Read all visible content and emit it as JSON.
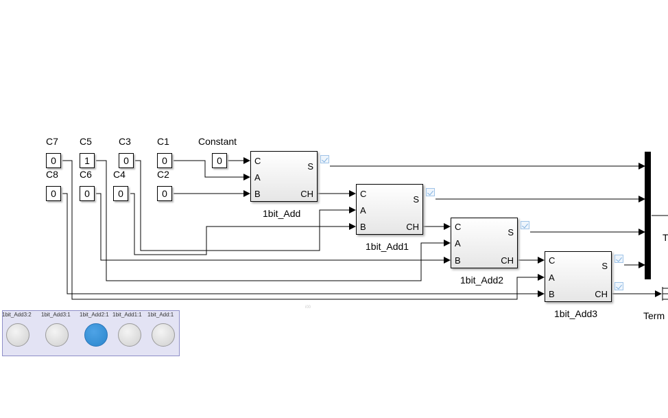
{
  "constants": [
    {
      "id": "C7",
      "label": "C7",
      "value": "0"
    },
    {
      "id": "C5",
      "label": "C5",
      "value": "1"
    },
    {
      "id": "C3",
      "label": "C3",
      "value": "0"
    },
    {
      "id": "C1",
      "label": "C1",
      "value": "0"
    },
    {
      "id": "Constant",
      "label": "Constant",
      "value": "0"
    },
    {
      "id": "C8",
      "label": "C8",
      "value": "0"
    },
    {
      "id": "C6",
      "label": "C6",
      "value": "0"
    },
    {
      "id": "C4",
      "label": "C4",
      "value": "0"
    },
    {
      "id": "C2",
      "label": "C2",
      "value": "0"
    }
  ],
  "adders": [
    {
      "id": "add0",
      "name": "1bit_Add",
      "in_c": "C",
      "in_a": "A",
      "in_b": "B",
      "out_s": "S",
      "out_ch": "CH"
    },
    {
      "id": "add1",
      "name": "1bit_Add1",
      "in_c": "C",
      "in_a": "A",
      "in_b": "B",
      "out_s": "S",
      "out_ch": "CH"
    },
    {
      "id": "add2",
      "name": "1bit_Add2",
      "in_c": "C",
      "in_a": "A",
      "in_b": "B",
      "out_s": "S",
      "out_ch": "CH"
    },
    {
      "id": "add3",
      "name": "1bit_Add3",
      "in_c": "C",
      "in_a": "A",
      "in_b": "B",
      "out_s": "S",
      "out_ch": "CH"
    }
  ],
  "mux_output_label": "T",
  "terminator_label": "Term",
  "small_mark": "i00",
  "lamp_panel": {
    "lamps": [
      {
        "label": "1bit_Add3:2",
        "on": false
      },
      {
        "label": "1bit_Add3:1",
        "on": false
      },
      {
        "label": "1bit_Add2:1",
        "on": true
      },
      {
        "label": "1bit_Add1:1",
        "on": false
      },
      {
        "label": "1bit_Add:1",
        "on": false
      }
    ]
  },
  "colors": {
    "lamp_on": "#2b86cc",
    "lamp_off": "#d6d6d6",
    "panel_bg": "#e3e3f4",
    "panel_border": "#8d8dc7",
    "signal": "#000000"
  }
}
